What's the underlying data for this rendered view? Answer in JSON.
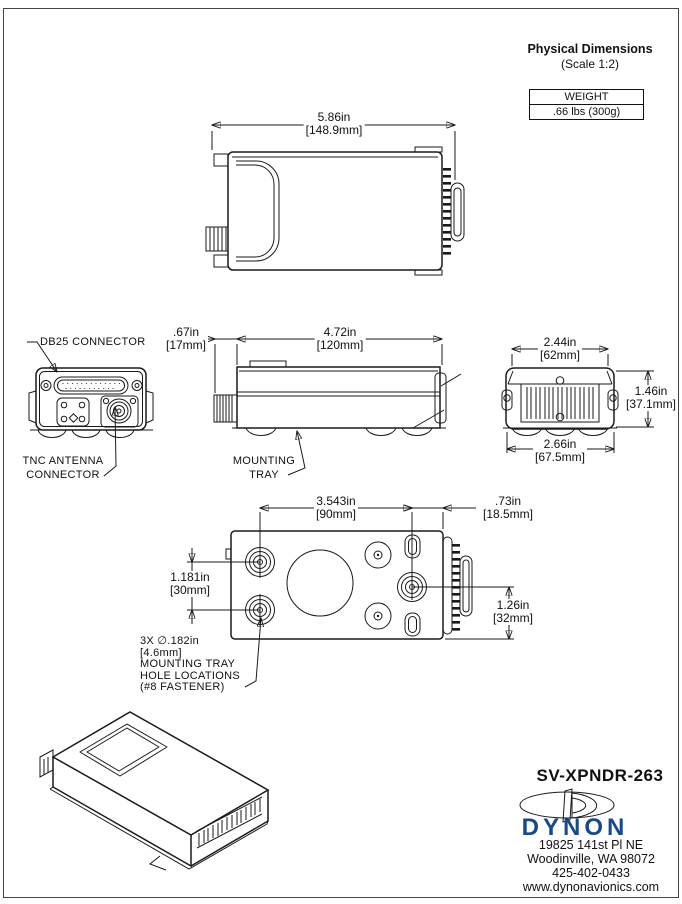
{
  "header": {
    "title": "Physical Dimensions",
    "scale": "(Scale 1:2)"
  },
  "weight_table": {
    "header": "WEIGHT",
    "value": ".66 lbs (300g)"
  },
  "dimensions": {
    "top_width": {
      "in": "5.86in",
      "mm": "[148.9mm]"
    },
    "tnc_offset": {
      "in": ".67in",
      "mm": "[17mm]"
    },
    "body_length": {
      "in": "4.72in",
      "mm": "[120mm]"
    },
    "rear_width_top": {
      "in": "2.44in",
      "mm": "[62mm]"
    },
    "rear_height": {
      "in": "1.46in",
      "mm": "[37.1mm]"
    },
    "rear_width_bottom": {
      "in": "2.66in",
      "mm": "[67.5mm]"
    },
    "hole_span": {
      "in": "3.543in",
      "mm": "[90mm]"
    },
    "edge_offset": {
      "in": ".73in",
      "mm": "[18.5mm]"
    },
    "hole_vertical": {
      "in": "1.181in",
      "mm": "[30mm]"
    },
    "hole_bottom": {
      "in": "1.26in",
      "mm": "[32mm]"
    }
  },
  "labels": {
    "db25": "DB25 CONNECTOR",
    "tnc": "TNC ANTENNA\nCONNECTOR",
    "mounting_tray": "MOUNTING\nTRAY",
    "hole_note": "3X ∅.182in\n[4.6mm]\nMOUNTING TRAY\nHOLE LOCATIONS\n(#8 FASTENER)"
  },
  "title_block": {
    "model": "SV-XPNDR-263",
    "brand": "DYNON",
    "address_line1": "19825 141st Pl NE",
    "address_line2": "Woodinville, WA 98072",
    "phone": "425-402-0433",
    "website": "www.dynonavionics.com"
  },
  "colors": {
    "brand_blue": "#17498f",
    "line": "#1a1a1a"
  }
}
